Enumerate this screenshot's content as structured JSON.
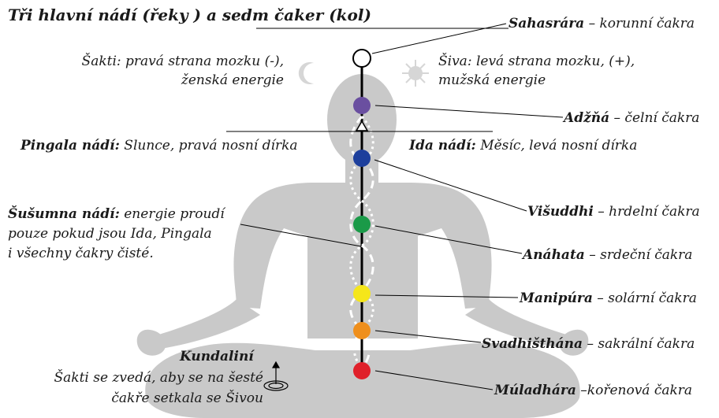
{
  "title": "Tři hlavní nádí (řeky ) a sedm čaker (kol)",
  "shakti": {
    "line1": "Šakti: pravá strana mozku (-),",
    "line2": "ženská energie"
  },
  "shiva": {
    "line1": "Šiva: levá strana mozku, (+),",
    "line2": "mužská energie"
  },
  "pingala": {
    "name": "Pingala nádí:",
    "desc": "Slunce, pravá nosní dírka"
  },
  "ida": {
    "name": "Ida nádí:",
    "desc": "Měsíc, levá nosní dírka"
  },
  "sushumna": {
    "name": "Šušumna nádí:",
    "line1_rest": "energie proudí",
    "line2": "pouze pokud jsou Ida, Pingala",
    "line3": "i všechny čakry  čisté."
  },
  "kundalini": {
    "name": "Kundaliní",
    "line1": "Šakti se zvedá, aby se na šesté",
    "line2": "čakře setkala se Šivou"
  },
  "chakras": [
    {
      "name": "Sahasrára",
      "desc": "– korunní čakra",
      "color": "#ffffff"
    },
    {
      "name": "Adžňá",
      "desc": "– čelní čakra",
      "color": "#6a4fa0"
    },
    {
      "name": "Višuddhi",
      "desc": "– hrdelní čakra",
      "color": "#1d3f9c"
    },
    {
      "name": "Anáhata",
      "desc": "– srdeční čakra",
      "color": "#1a9a48"
    },
    {
      "name": "Manipúra",
      "desc": "– solární čakra",
      "color": "#f5e61a"
    },
    {
      "name": "Svadhišthána",
      "desc": "– sakrální čakra",
      "color": "#ef8f1c"
    },
    {
      "name": "Múladhára",
      "desc": "–kořenová čakra",
      "color": "#e0202a"
    }
  ],
  "colors": {
    "silhouette": "#c9c9c9",
    "moon": "#d6d6d6",
    "sun": "#d6d6d6"
  },
  "icons": [
    "moon-icon",
    "sun-icon",
    "kundalini-coil-icon"
  ]
}
